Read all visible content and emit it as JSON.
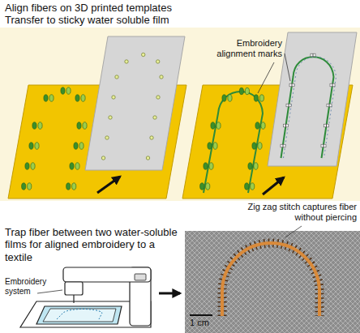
{
  "diagram": {
    "labels": [
      "Align fibers on 3D printed templates",
      "Transfer to sticky water soluble film",
      "Embroidery alignment marks",
      "Zig zag stitch captures fiber without piercing",
      "Trap fiber between two water-soluble films for aligned embroidery to a textile",
      "Embroidery system",
      "1 cm"
    ]
  }
}
